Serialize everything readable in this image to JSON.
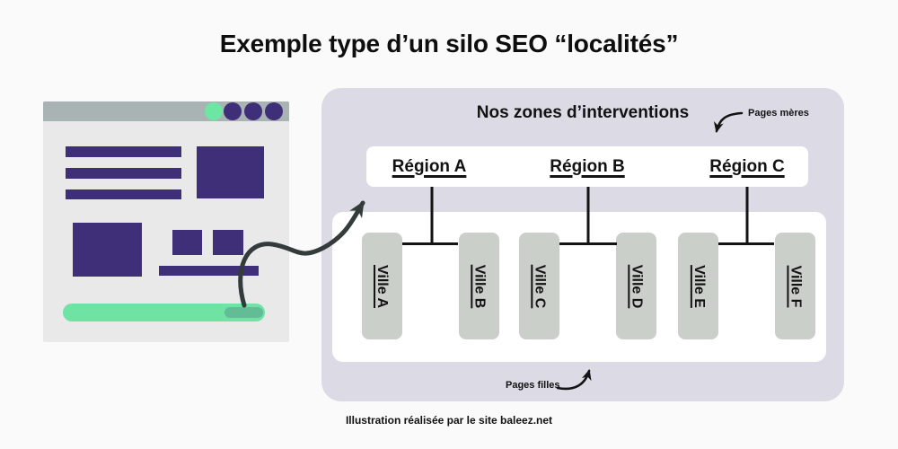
{
  "title": "Exemple type d’un silo SEO “localités”",
  "browser_mockup": {
    "window_dots": [
      "dot-green",
      "dot-purple",
      "dot-purple",
      "dot-purple"
    ],
    "highlighted_element": "green-button-bar"
  },
  "diagram": {
    "heading": "Nos zones d’interventions",
    "label_parents": "Pages mères",
    "label_children": "Pages filles",
    "regions": [
      "Région A",
      "Région B",
      "Région C"
    ],
    "villes": [
      "Ville A",
      "Ville B",
      "Ville C",
      "Ville D",
      "Ville E",
      "Ville F"
    ]
  },
  "caption": "Illustration réalisée par le site baleez.net",
  "colors": {
    "background": "#fafafa",
    "purple": "#3f2f78",
    "mint": "#6fe3a4",
    "mint_dark": "#62bd97",
    "browser_bar": "#a9b3b4",
    "browser_body": "#e9e9ea",
    "panel": "#dcdbe5",
    "ville_box": "#cbcfca",
    "line": "#141414",
    "arrow": "#333b3b"
  }
}
